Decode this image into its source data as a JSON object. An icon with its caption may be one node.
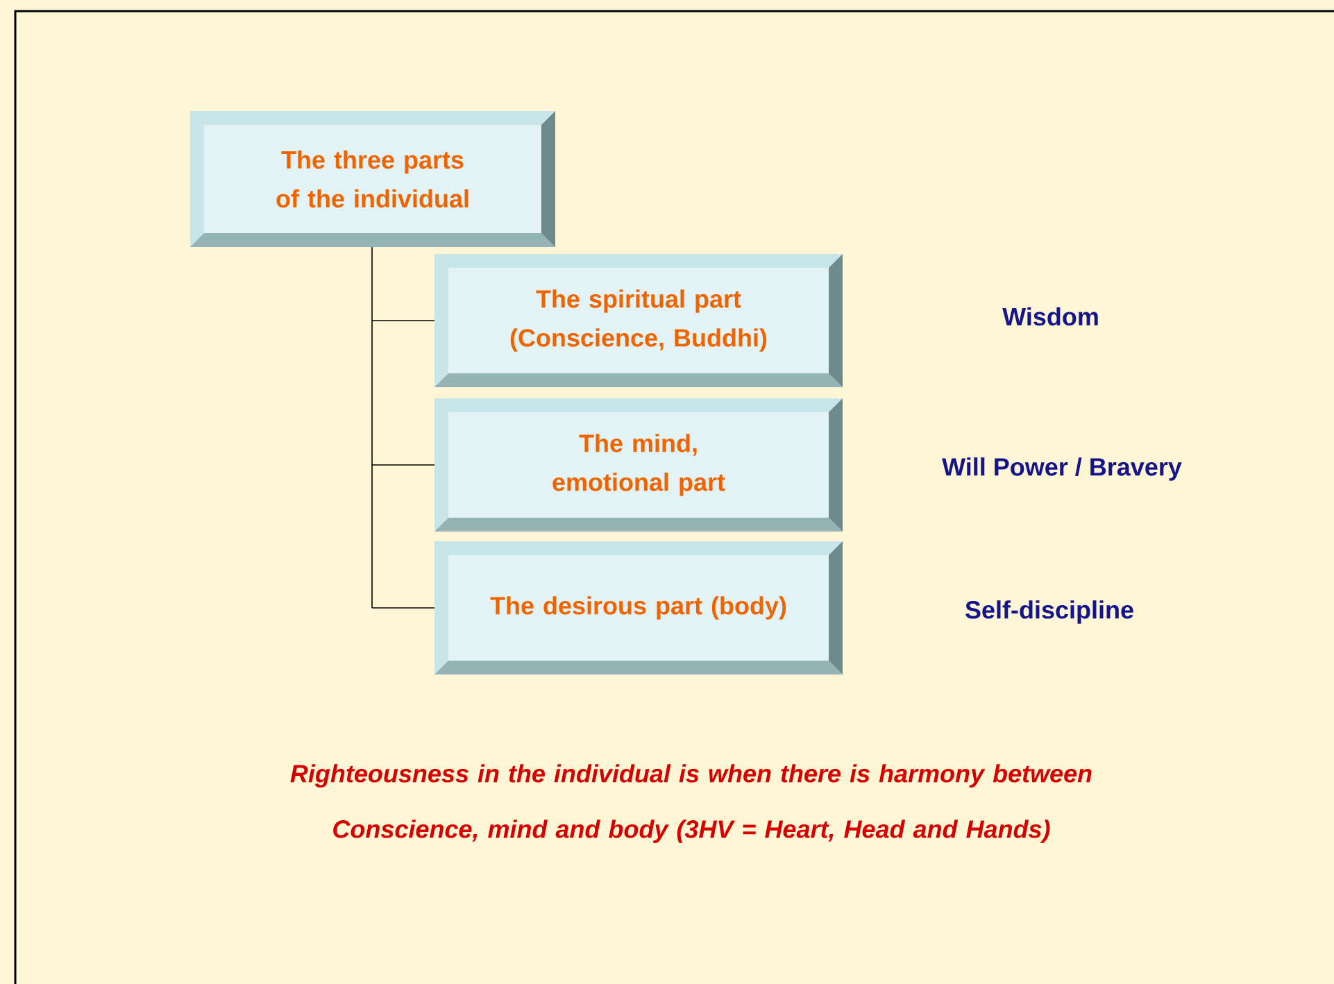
{
  "diagram": {
    "nodes": [
      {
        "text": [
          "The three parts of the individual"
        ]
      },
      {
        "text": [
          "The spiritual part (Conscience, Buddhi)"
        ]
      },
      {
        "text": [
          "The mind, emotional part"
        ]
      },
      {
        "text": [
          "The desirous part (body)"
        ]
      }
    ],
    "edges": [
      {
        "from": 0,
        "to": 1,
        "arrow": "none"
      },
      {
        "from": 0,
        "to": 2,
        "arrow": "none"
      },
      {
        "from": 0,
        "to": 3,
        "arrow": "none"
      }
    ],
    "labels": [
      "Wisdom",
      "Will Power / Bravery",
      "Self-discipline",
      "Righteousness in the individual is when there is harmony between Conscience, mind and body (3HV = Heart, Head and Hands)"
    ]
  }
}
